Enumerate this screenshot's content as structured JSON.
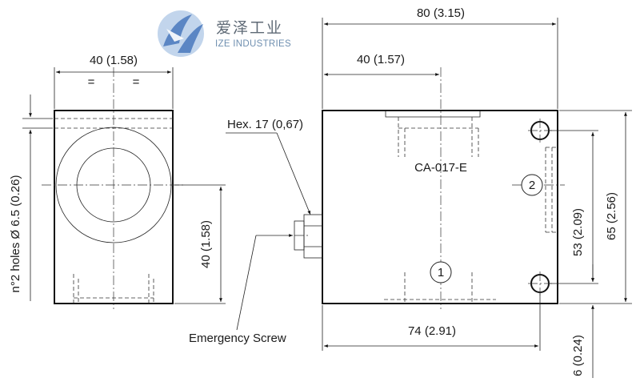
{
  "logo": {
    "cn": "爱泽工业",
    "en": "IZE INDUSTRIES",
    "colors": {
      "swoosh": "#8fb3dd",
      "swoosh_dark": "#5b86c4"
    }
  },
  "left_view": {
    "width_dim": "40 (1.58)",
    "equal_marks": [
      "=",
      "="
    ],
    "height_dim": "40 (1.58)",
    "holes_dim": "n°2 holes Ø 6.5 (0.26)"
  },
  "right_view": {
    "overall_width_dim": "80 (3.15)",
    "half_width_dim": "40 (1.57)",
    "bottom_width_dim": "74 (2.91)",
    "hole_spacing_dim": "53 (2.09)",
    "overall_height_dim": "65 (2.56)",
    "bottom_offset_dim": "6 (0.24)",
    "model": "CA-017-E",
    "port_1": "1",
    "port_2": "2"
  },
  "callouts": {
    "hex": "Hex. 17 (0,67)",
    "emergency_screw": "Emergency Screw"
  },
  "colors": {
    "line": "#111111",
    "text": "#1a1a1a"
  }
}
